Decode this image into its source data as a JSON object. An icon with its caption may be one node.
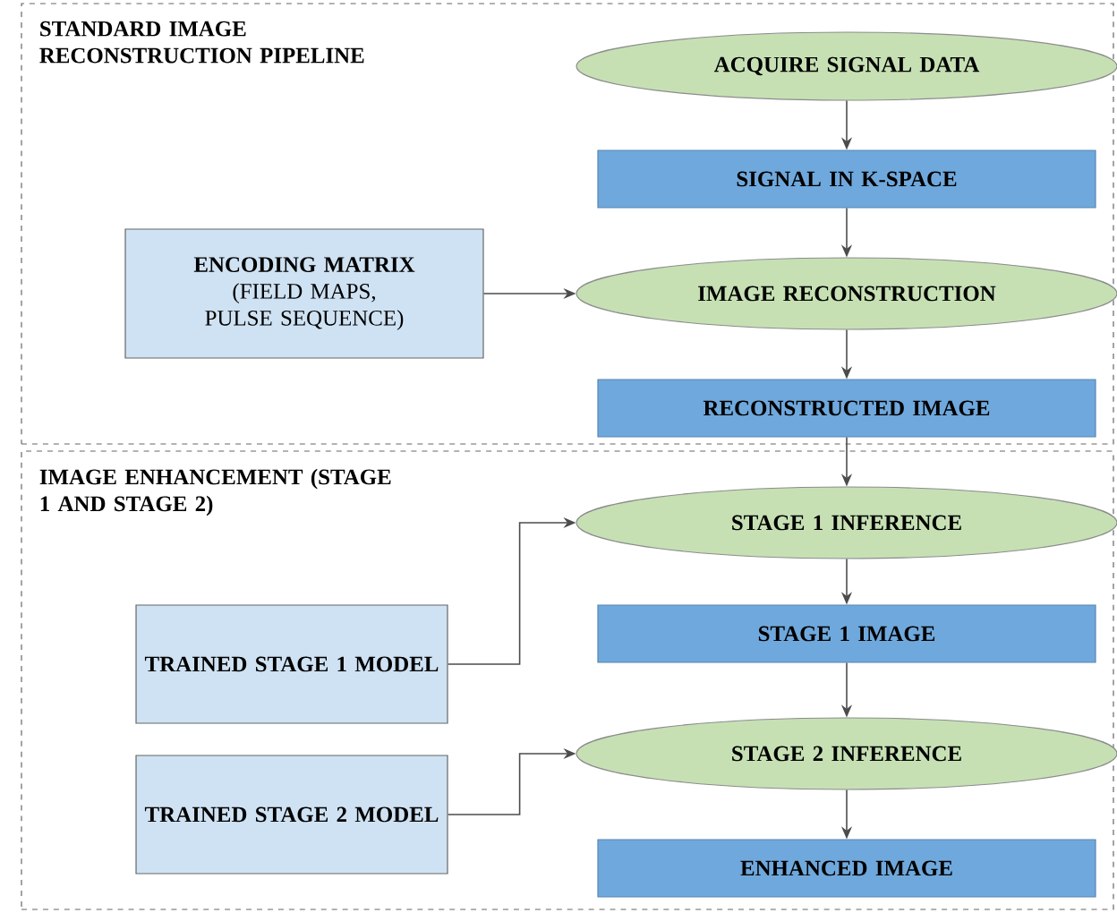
{
  "diagram": {
    "nodes": [
      {
        "text": [
          "STANDARD IMAGE RECONSTRUCTION PIPELINE"
        ]
      },
      {
        "text": [
          "ACQUIRE SIGNAL DATA"
        ],
        "in": 0
      },
      {
        "text": [
          "SIGNAL IN K-SPACE"
        ],
        "in": 0
      },
      {
        "text": [
          "ENCODING MATRIX",
          "(FIELD MAPS, PULSE SEQUENCE)"
        ],
        "in": 0
      },
      {
        "text": [
          "IMAGE RECONSTRUCTION"
        ],
        "in": 0
      },
      {
        "text": [
          "RECONSTRUCTED IMAGE"
        ],
        "in": 0
      },
      {
        "text": [
          "IMAGE ENHANCEMENT (STAGE 1 AND STAGE 2)"
        ]
      },
      {
        "text": [
          "STAGE 1 INFERENCE"
        ],
        "in": 6
      },
      {
        "text": [
          "STAGE 1 IMAGE"
        ],
        "in": 6
      },
      {
        "text": [
          "STAGE 2 INFERENCE"
        ],
        "in": 6
      },
      {
        "text": [
          "ENHANCED IMAGE"
        ],
        "in": 6
      },
      {
        "text": [
          "TRAINED STAGE 1 MODEL"
        ],
        "in": 6
      },
      {
        "text": [
          "TRAINED STAGE 2 MODEL"
        ],
        "in": 6
      }
    ],
    "edges": [
      {
        "from": 1,
        "to": 2,
        "arrow": "to"
      },
      {
        "from": 2,
        "to": 4,
        "arrow": "to"
      },
      {
        "from": 3,
        "to": 4,
        "arrow": "to"
      },
      {
        "from": 4,
        "to": 5,
        "arrow": "to"
      },
      {
        "from": 5,
        "to": 7,
        "arrow": "to"
      },
      {
        "from": 7,
        "to": 8,
        "arrow": "to"
      },
      {
        "from": 8,
        "to": 9,
        "arrow": "to"
      },
      {
        "from": 9,
        "to": 10,
        "arrow": "to"
      },
      {
        "from": 11,
        "to": 7,
        "arrow": "to"
      },
      {
        "from": 12,
        "to": 9,
        "arrow": "to"
      }
    ]
  }
}
